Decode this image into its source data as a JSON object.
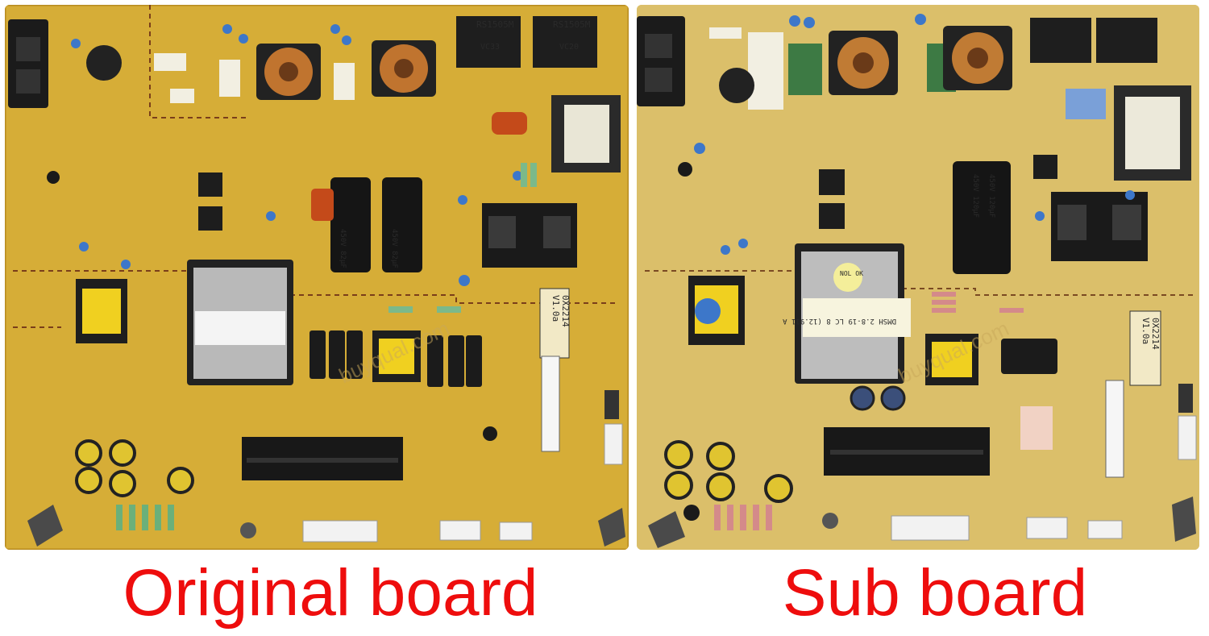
{
  "captions": {
    "left": "Original board",
    "right": "Sub board"
  },
  "left_board": {
    "bridge_1": "RS1505M",
    "bridge_1_sub": "VC33",
    "bridge_2": "RS1505M",
    "bridge_2_sub": "VC20",
    "version": "V1.0a",
    "code": "0X2214",
    "cap_rating": "450V 82µF",
    "watermark": "buyqual.com"
  },
  "right_board": {
    "version": "V1.0a",
    "code": "0X2214",
    "cap_rating": "450V 120µF",
    "label": "DMSH 2.8-19 LC 8 (12.911 A",
    "sticker": "NOL\nOK",
    "watermark": "buyqual.com"
  },
  "colors": {
    "caption": "#ee0d0d",
    "pcb_left": "#d8b03a",
    "pcb_right": "#dcc06a"
  }
}
